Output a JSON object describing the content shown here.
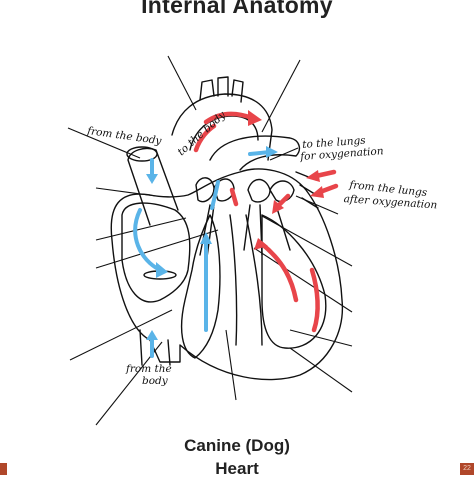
{
  "title": "Internal Anatomy",
  "caption_line1": "Canine (Dog)",
  "caption_line2": "Heart",
  "page_number": "22",
  "annotations": {
    "from_body_top": "from the body",
    "to_body": "to the body",
    "to_lungs_line1": "to the lungs",
    "to_lungs_line2": "for oxygenation",
    "from_lungs_line1": "from the lungs",
    "from_lungs_line2": "after oxygenation",
    "from_body_bottom_line1": "from the",
    "from_body_bottom_line2": "body"
  },
  "colors": {
    "deoxygenated_flow": "#5ab4e8",
    "oxygenated_flow": "#e8454a",
    "outline": "#111111",
    "corner_tab": "#b0472a"
  }
}
